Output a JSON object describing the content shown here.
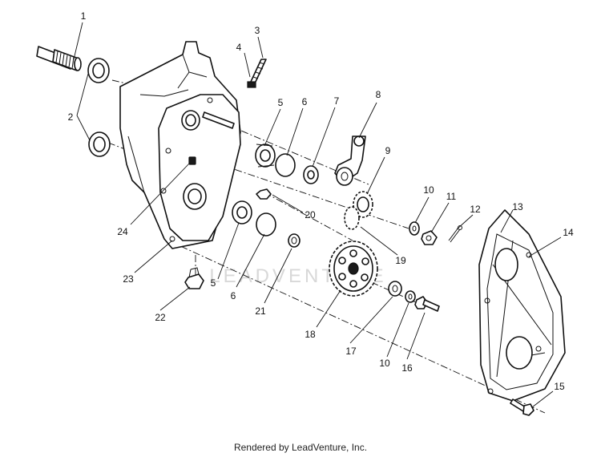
{
  "callouts": {
    "n1": "1",
    "n2": "2",
    "n3": "3",
    "n4": "4",
    "n5a": "5",
    "n5b": "5",
    "n6a": "6",
    "n6b": "6",
    "n7": "7",
    "n8": "8",
    "n9": "9",
    "n10a": "10",
    "n10b": "10",
    "n11": "11",
    "n12": "12",
    "n13": "13",
    "n14": "14",
    "n15": "15",
    "n16": "16",
    "n17": "17",
    "n18": "18",
    "n19": "19",
    "n20": "20",
    "n21": "21",
    "n22": "22",
    "n23": "23",
    "n24": "24"
  },
  "watermark": "LEADVENTURE",
  "footer": "Rendered by LeadVenture, Inc."
}
